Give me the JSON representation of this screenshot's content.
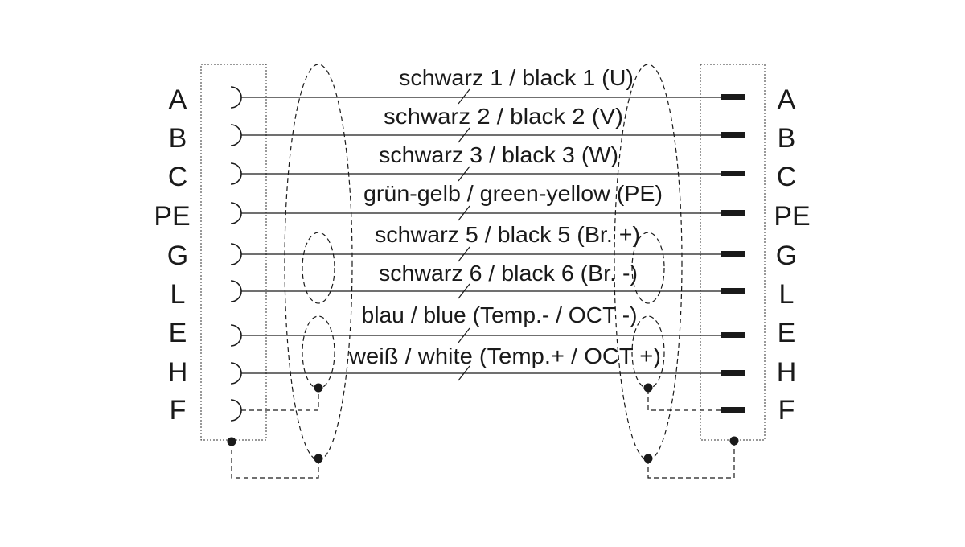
{
  "pins_left": [
    "A",
    "B",
    "C",
    "PE",
    "G",
    "L",
    "E",
    "H",
    "F"
  ],
  "pins_right": [
    "A",
    "B",
    "C",
    "PE",
    "G",
    "L",
    "E",
    "H",
    "F"
  ],
  "wires": [
    {
      "label": "schwarz 1 / black 1 (U)"
    },
    {
      "label": "schwarz 2  / black 2 (V)"
    },
    {
      "label": "schwarz 3 / black 3 (W)"
    },
    {
      "label": "grün-gelb / green-yellow (PE)"
    },
    {
      "label": "schwarz 5 / black 5 (Br. +)"
    },
    {
      "label": "schwarz 6 / black 6 (Br. -)"
    },
    {
      "label": "blau / blue (Temp.- / OCT -)"
    },
    {
      "label": "weiß / white (Temp.+ / OCT +)"
    }
  ],
  "colors": {
    "line": "#1a1a1a",
    "background": "#ffffff"
  }
}
